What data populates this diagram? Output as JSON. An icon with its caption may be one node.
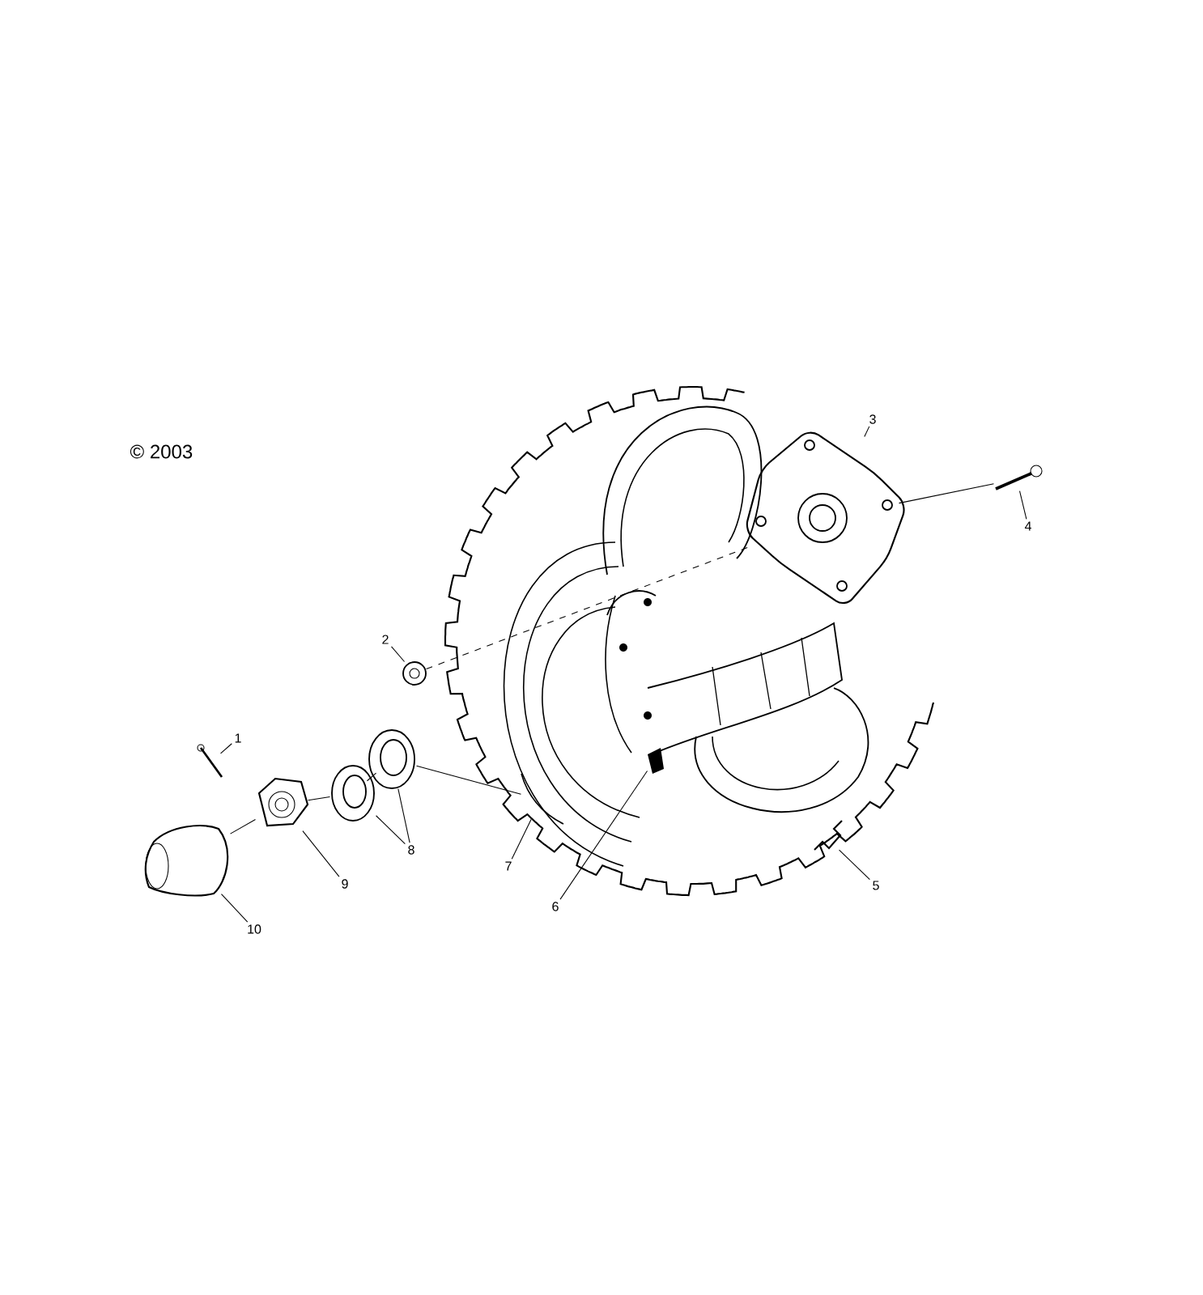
{
  "diagram": {
    "nodes": [
      {
        "text": [
          "1"
        ]
      },
      {
        "text": [
          "2"
        ]
      },
      {
        "text": [
          "3"
        ]
      },
      {
        "text": [
          "4"
        ]
      },
      {
        "text": [
          "5"
        ]
      },
      {
        "text": [
          "6"
        ]
      },
      {
        "text": [
          "7"
        ]
      },
      {
        "text": [
          "8"
        ]
      },
      {
        "text": [
          "9"
        ]
      },
      {
        "text": [
          "10"
        ]
      },
      {
        "text": [],
        "shape": "picture"
      },
      {
        "text": [],
        "shape": "picture"
      },
      {
        "text": [],
        "shape": "picture"
      },
      {
        "text": [],
        "shape": "picture"
      },
      {
        "text": [],
        "shape": "picture"
      },
      {
        "text": [],
        "shape": "picture"
      },
      {
        "text": [],
        "shape": "picture"
      },
      {
        "text": [],
        "shape": "picture"
      },
      {
        "text": [],
        "shape": "picture"
      },
      {
        "text": [],
        "shape": "picture"
      },
      {
        "text": [],
        "shape": "picture"
      }
    ],
    "edges": [
      {
        "from": 0,
        "to": 10,
        "arrow": "none"
      },
      {
        "from": 1,
        "to": 11,
        "arrow": "none"
      },
      {
        "from": 2,
        "to": 12,
        "arrow": "none"
      },
      {
        "from": 3,
        "to": 13,
        "arrow": "none"
      },
      {
        "from": 4,
        "to": 14,
        "arrow": "none"
      },
      {
        "from": 5,
        "to": 15,
        "arrow": "none"
      },
      {
        "from": 6,
        "to": 16,
        "arrow": "none"
      },
      {
        "from": 7,
        "to": 17,
        "arrow": "none"
      },
      {
        "from": 7,
        "to": 18,
        "arrow": "none"
      },
      {
        "from": 8,
        "to": 19,
        "arrow": "none"
      },
      {
        "from": 9,
        "to": 20,
        "arrow": "none"
      },
      {
        "from": 11,
        "to": 12,
        "arrow": "none",
        "style": "dashed"
      },
      {
        "from": 13,
        "to": 12,
        "arrow": "none"
      },
      {
        "from": 20,
        "to": 19,
        "arrow": "none"
      },
      {
        "from": 19,
        "to": 17,
        "arrow": "none"
      },
      {
        "from": 17,
        "to": 18,
        "arrow": "none"
      },
      {
        "from": 18,
        "to": 16,
        "arrow": "none"
      }
    ],
    "labels": [
      "© 2003"
    ]
  }
}
